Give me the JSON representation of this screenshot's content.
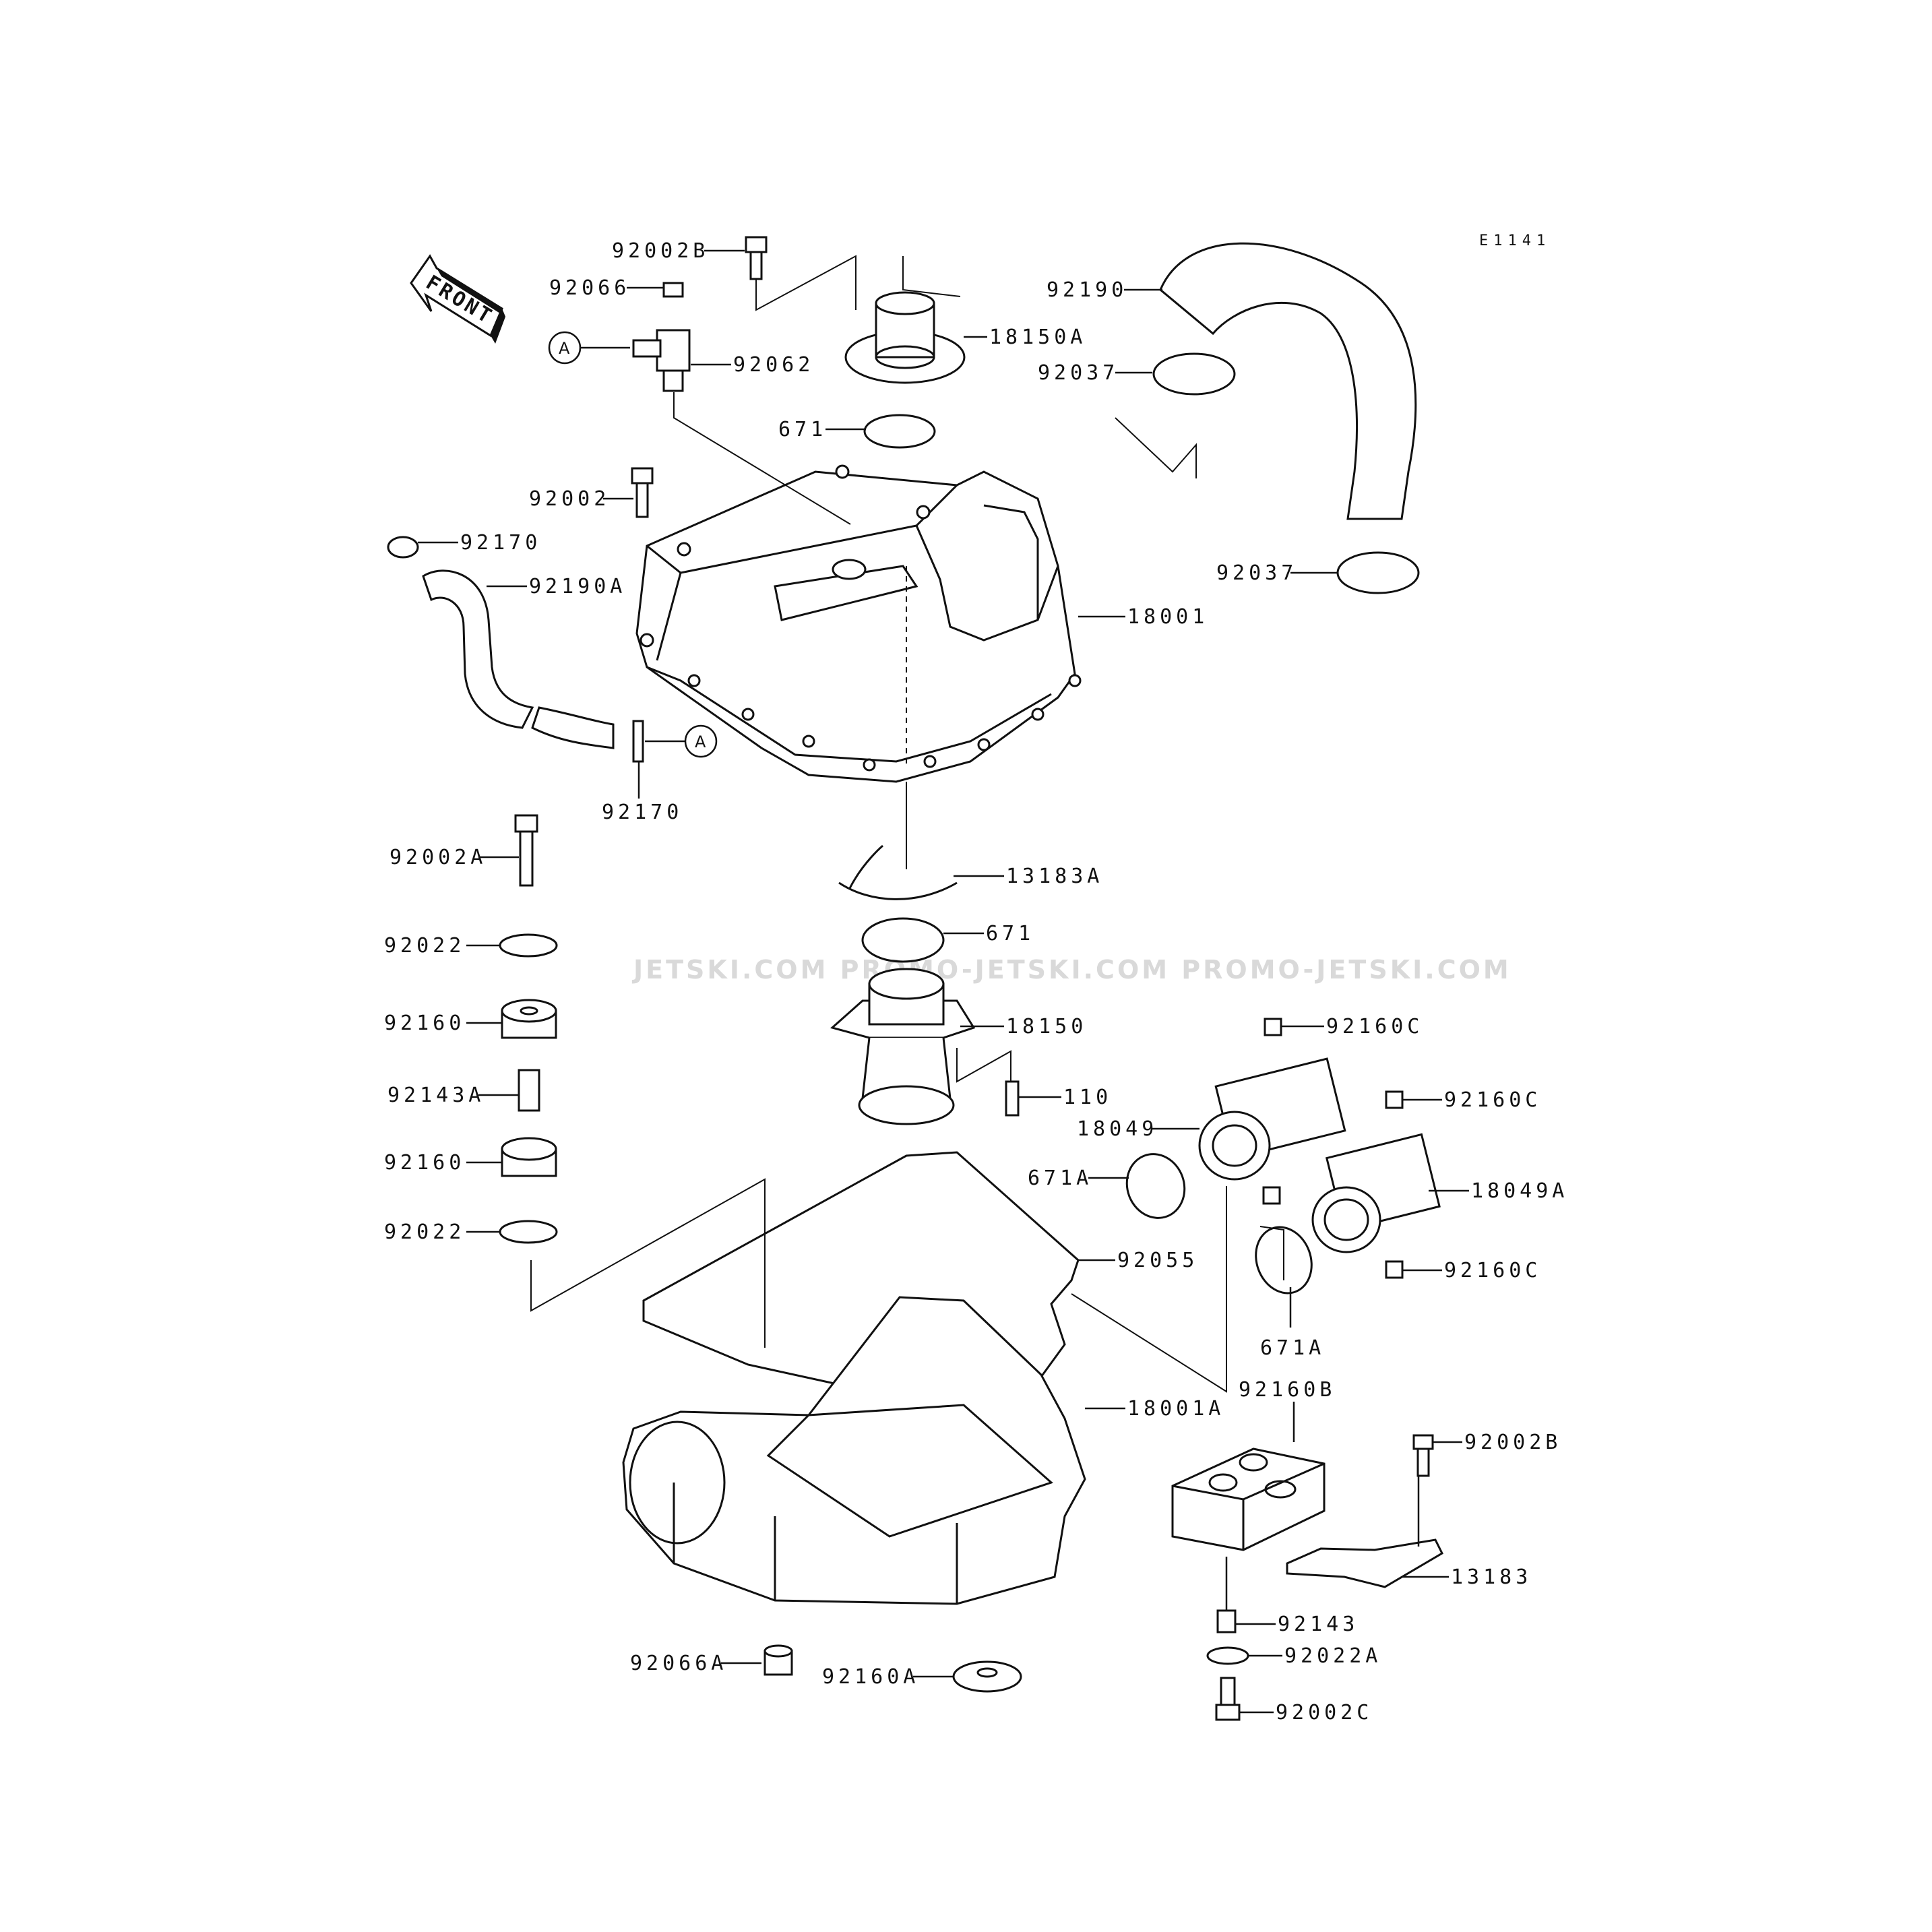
{
  "diagram_code": "E1141",
  "front_label": "FRONT",
  "connector_marker": "A",
  "watermark": "JETSKI.COM   PROMO-JETSKI.COM   PROMO-JETSKI.COM",
  "colors": {
    "ink": "#111111",
    "watermark": "#d9d9d9",
    "background": "#ffffff"
  },
  "callouts": [
    {
      "id": "c-92002B-top",
      "text": "92002B"
    },
    {
      "id": "c-92066",
      "text": "92066"
    },
    {
      "id": "c-92062",
      "text": "92062"
    },
    {
      "id": "c-18150A",
      "text": "18150A"
    },
    {
      "id": "c-92190",
      "text": "92190"
    },
    {
      "id": "c-92037-top",
      "text": "92037"
    },
    {
      "id": "c-671-top",
      "text": "671"
    },
    {
      "id": "c-92002",
      "text": "92002"
    },
    {
      "id": "c-92170-top",
      "text": "92170"
    },
    {
      "id": "c-92190A",
      "text": "92190A"
    },
    {
      "id": "c-92037-mid",
      "text": "92037"
    },
    {
      "id": "c-18001",
      "text": "18001"
    },
    {
      "id": "c-92170-bottom",
      "text": "92170"
    },
    {
      "id": "c-92002A",
      "text": "92002A"
    },
    {
      "id": "c-13183A",
      "text": "13183A"
    },
    {
      "id": "c-92022-top",
      "text": "92022"
    },
    {
      "id": "c-671-mid",
      "text": "671"
    },
    {
      "id": "c-92160-top",
      "text": "92160"
    },
    {
      "id": "c-18150",
      "text": "18150"
    },
    {
      "id": "c-92160C-1",
      "text": "92160C"
    },
    {
      "id": "c-92143A",
      "text": "92143A"
    },
    {
      "id": "c-110",
      "text": "110"
    },
    {
      "id": "c-92160C-2",
      "text": "92160C"
    },
    {
      "id": "c-18049",
      "text": "18049"
    },
    {
      "id": "c-92160-bottom",
      "text": "92160"
    },
    {
      "id": "c-671A-1",
      "text": "671A"
    },
    {
      "id": "c-18049A",
      "text": "18049A"
    },
    {
      "id": "c-92022-bottom",
      "text": "92022"
    },
    {
      "id": "c-92055",
      "text": "92055"
    },
    {
      "id": "c-92160C-3",
      "text": "92160C"
    },
    {
      "id": "c-671A-2",
      "text": "671A"
    },
    {
      "id": "c-92160B",
      "text": "92160B"
    },
    {
      "id": "c-18001A",
      "text": "18001A"
    },
    {
      "id": "c-92002B-bottom",
      "text": "92002B"
    },
    {
      "id": "c-13183",
      "text": "13183"
    },
    {
      "id": "c-92143",
      "text": "92143"
    },
    {
      "id": "c-92066A",
      "text": "92066A"
    },
    {
      "id": "c-92022A",
      "text": "92022A"
    },
    {
      "id": "c-92160A",
      "text": "92160A"
    },
    {
      "id": "c-92002C",
      "text": "92002C"
    }
  ]
}
